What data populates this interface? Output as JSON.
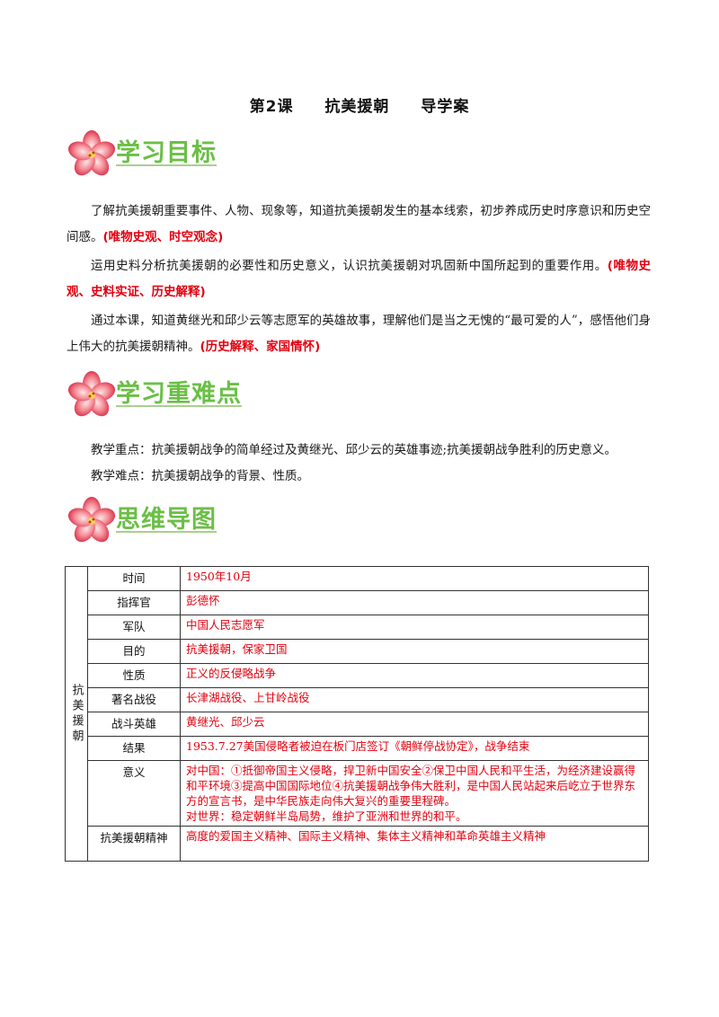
{
  "title": {
    "lesson": "第2课",
    "topic": "抗美援朝",
    "kind": "导学案"
  },
  "sections": {
    "goals": "学习目标",
    "keypoints": "学习重难点",
    "mindmap": "思维导图"
  },
  "goals": [
    {
      "text": "了解抗美援朝重要事件、人物、现象等，知道抗美援朝发生的基本线索，初步养成历史时序意识和历史空间感。",
      "tag": "(唯物史观、时空观念)"
    },
    {
      "text": "运用史料分析抗美援朝的必要性和历史意义，认识抗美援朝对巩固新中国所起到的重要作用。",
      "tag": "(唯物史观、史料实证、历史解释)"
    },
    {
      "text": "通过本课，知道黄继光和邱少云等志愿军的英雄故事，理解他们是当之无愧的“最可爱的人”，感悟他们身上伟大的抗美援朝精神。",
      "tag": "(历史解释、家国情怀)"
    }
  ],
  "keypoints": {
    "focus": "教学重点：抗美援朝战争的简单经过及黄继光、邱少云的英雄事迹;抗美援朝战争胜利的历史意义。",
    "difficulty": "教学难点：抗美援朝战争的背景、性质。"
  },
  "mindmap": {
    "root": "抗美援朝",
    "rows": [
      {
        "key": "时间",
        "value": "1950年10月"
      },
      {
        "key": "指挥官",
        "value": "彭德怀"
      },
      {
        "key": "军队",
        "value": "中国人民志愿军"
      },
      {
        "key": "目的",
        "value": "抗美援朝，保家卫国"
      },
      {
        "key": "性质",
        "value": "正义的反侵略战争"
      },
      {
        "key": "著名战役",
        "value": "长津湖战役、上甘岭战役"
      },
      {
        "key": "战斗英雄",
        "value": "黄继光、邱少云"
      },
      {
        "key": "结果",
        "value": "1953.7.27美国侵略者被迫在板门店签订《朝鲜停战协定》，战争结束"
      },
      {
        "key": "意义",
        "value": "对中国：①抵御帝国主义侵略，捍卫新中国安全②保卫中国人民和平生活，为经济建设赢得和平环境③提高中国国际地位④抗美援朝战争伟大胜利，是中国人民站起来后屹立于世界东方的宣言书，是中华民族走向伟大复兴的重要里程碑。",
        "value2": "对世界：稳定朝鲜半岛局势，维护了亚洲和世界的和平。"
      },
      {
        "key": "抗美援朝精神",
        "value": "高度的爱国主义精神、国际主义精神、集体主义精神和革命英雄主义精神"
      }
    ]
  },
  "colors": {
    "heading_green": "#6bbf46",
    "tag_red": "#e3000f",
    "flower_pink": "#f07a8a"
  },
  "icons": {
    "section": "flower-icon"
  }
}
